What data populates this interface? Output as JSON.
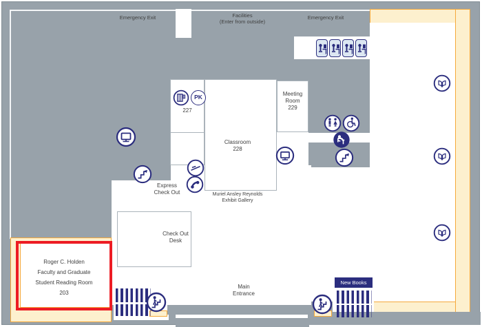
{
  "map": {
    "title_region": "library-second-floor-plan",
    "colors": {
      "floor": "#98a2aa",
      "icon_navy": "#2b2d7e",
      "highlight_red": "#ed1c24",
      "study_band_fill": "#fdf0ce",
      "study_band_border": "#f5a93b"
    },
    "labels": {
      "emergency_exit_left": "Emergency Exit",
      "facilities_line1": "Facilities",
      "facilities_line2": "(Enter from outside)",
      "emergency_exit_right": "Emergency Exit",
      "room_227": "227",
      "meeting_room_line1": "Meeting",
      "meeting_room_line2": "Room",
      "meeting_room_line3": "229",
      "classroom_line1": "Classroom",
      "classroom_line2": "228",
      "gallery_line1": "Muriel Ansley Reynolds",
      "gallery_line2": "Exhibit Gallery",
      "express_line1": "Express",
      "express_line2": "Check Out",
      "checkout_desk_line1": "Check Out",
      "checkout_desk_line2": "Desk",
      "main_entrance_line1": "Main",
      "main_entrance_line2": "Entrance",
      "new_books": "New Books",
      "pk_badge": "PK",
      "reading_room_line1": "Roger C. Holden",
      "reading_room_line2": "Faculty and Graduate",
      "reading_room_line3": "Student Reading Room",
      "reading_room_line4": "203"
    },
    "icon_names": [
      "computer-workstation-icon (x4)",
      "copier-icon",
      "print-kiosk-pk-icon",
      "computer-monitor-icon (x2)",
      "stairs-icon (x2)",
      "book-return-slot-icon",
      "telephone-icon",
      "restroom-icon",
      "wheelchair-accessible-icon",
      "drinking-fountain-icon",
      "stairs-down-person-icon (x2)",
      "open-book-collection-icon (x3)"
    ]
  }
}
